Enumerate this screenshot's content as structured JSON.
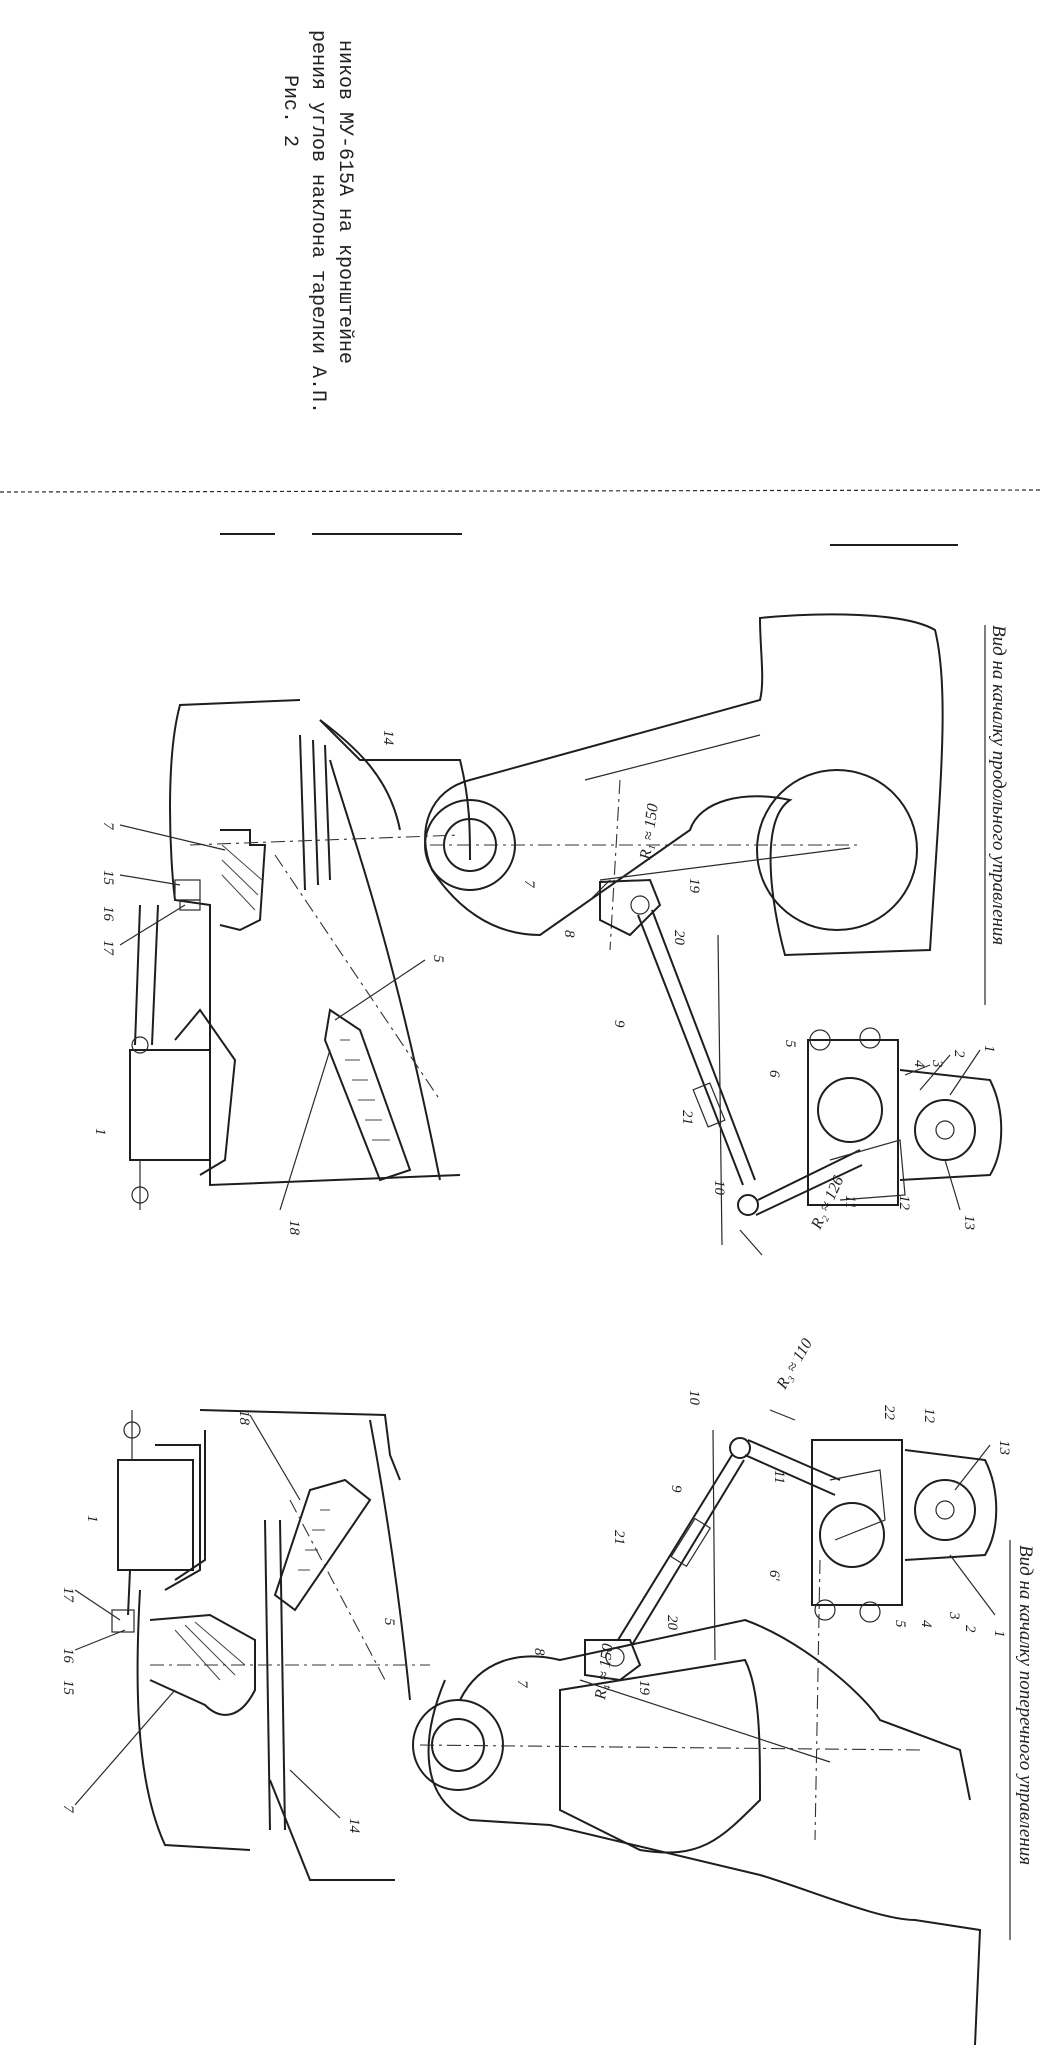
{
  "caption": {
    "line1": "ников МУ-615А на кронштейне",
    "line2": "рения углов наклона тарелки А.П.",
    "figure": "Рис. 2"
  },
  "top_view": {
    "title": "Вид на качалку продольного управления",
    "dims": {
      "r1": "R₁ ≈ 150",
      "r2": "R₂ ≈ 126"
    }
  },
  "bottom_view": {
    "title": "Вид на качалку поперечного управления",
    "dims": {
      "r3": "R₃ ≈ 110",
      "r4": "R₄ ≈ 150"
    }
  },
  "part_numbers": {
    "p1": "1",
    "p2": "2",
    "p3": "3",
    "p4": "4",
    "p5": "5",
    "p6": "6",
    "p6b": "6'",
    "p7": "7",
    "p8": "8",
    "p9": "9",
    "p10": "10",
    "p11": "11",
    "p12": "12",
    "p13": "13",
    "p14": "14",
    "p15": "15",
    "p16": "16",
    "p17": "17",
    "p18": "18",
    "p19": "19",
    "p20": "20",
    "p21": "21",
    "p22": "22"
  }
}
